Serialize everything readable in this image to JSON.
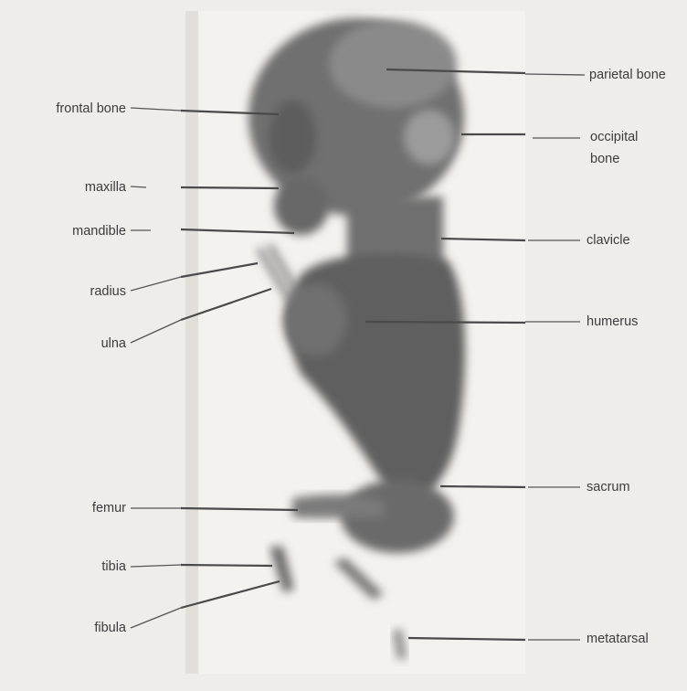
{
  "labels": {
    "frontal_bone": "frontal bone",
    "maxilla": "maxilla",
    "mandible": "mandible",
    "radius": "radius",
    "ulna": "ulna",
    "femur": "femur",
    "tibia": "tibia",
    "fibula": "fibula",
    "parietal_bone": "parietal bone",
    "occipital_bone_line1": "occipital",
    "occipital_bone_line2": "bone",
    "clavicle": "clavicle",
    "humerus": "humerus",
    "sacrum": "sacrum",
    "metatarsal": "metatarsal"
  }
}
